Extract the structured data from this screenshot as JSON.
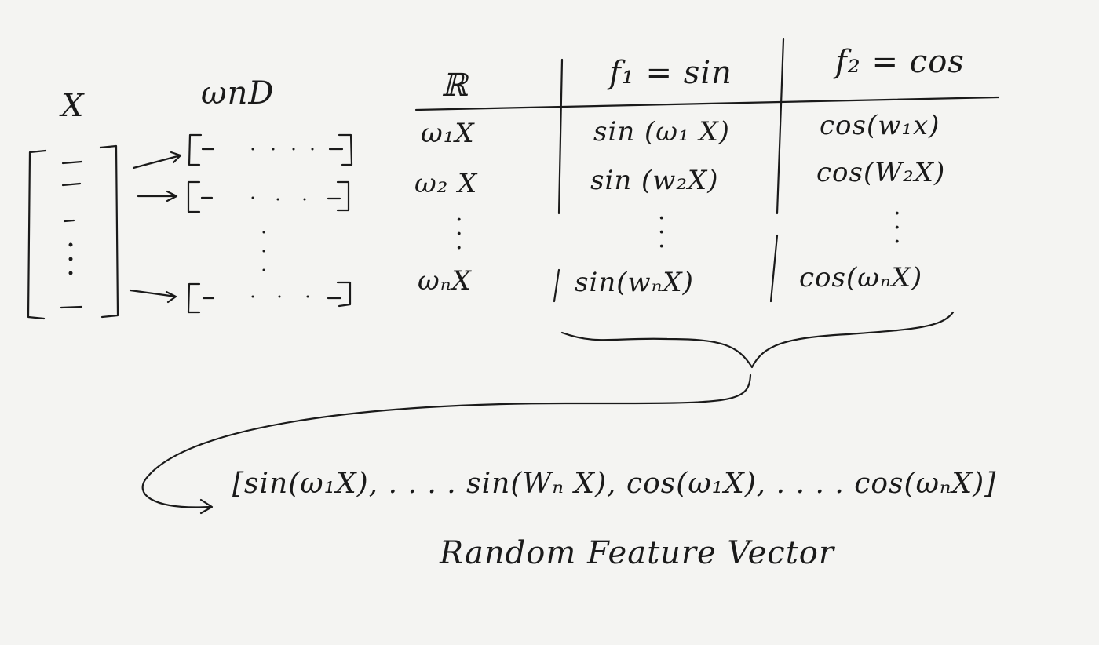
{
  "headers": {
    "x": "X",
    "wnd": "ωnD",
    "r": "ℝ",
    "f1": "f₁ = sin",
    "f2": "f₂ = cos"
  },
  "rows": {
    "r": [
      "ω₁X",
      "ω₂ X",
      "ωₙX"
    ],
    "f1": [
      "sin (ω₁ X)",
      "sin (w₂X)",
      "sin(wₙX)"
    ],
    "f2": [
      "cos(w₁x)",
      "cos(W₂X)",
      "cos(ωₙX)"
    ]
  },
  "vector": {
    "text": "[sin(ω₁X), . . . . sin(Wₙ X), cos(ω₁X), . . . . cos(ωₙX)]",
    "label": "Random Feature Vector"
  }
}
